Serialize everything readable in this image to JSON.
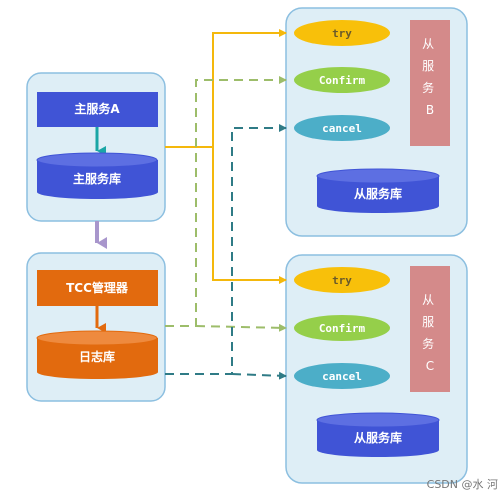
{
  "main_service": {
    "name": "主服务A",
    "db": "主服务库"
  },
  "tcc_manager": {
    "name": "TCC管理器",
    "db": "日志库"
  },
  "slave_b": {
    "label": "从服务B",
    "label_chars": [
      "从",
      "服",
      "务",
      "B"
    ],
    "try": "try",
    "confirm": "Confirm",
    "cancel": "cancel",
    "db": "从服务库"
  },
  "slave_c": {
    "label": "从服务C",
    "label_chars": [
      "从",
      "服",
      "务",
      "C"
    ],
    "try": "try",
    "confirm": "Confirm",
    "cancel": "cancel",
    "db": "从服务库"
  },
  "watermark": "CSDN @水 河",
  "colors": {
    "panel_fill": "#deeef6",
    "panel_stroke": "#8cbfe0",
    "blue_box": "#4054d6",
    "orange_box": "#e26a0e",
    "teal_arrow": "#1aa6a6",
    "lavender_arrow": "#a896cc",
    "try_pill": "#f8c00a",
    "confirm_pill": "#95cf4a",
    "cancel_pill": "#4caec8",
    "slave_label_box": "#d48a8a",
    "line_yellow": "#f4b80c",
    "line_green_dashed": "#9dbd6a",
    "line_teal_dashed": "#2f7b86"
  }
}
